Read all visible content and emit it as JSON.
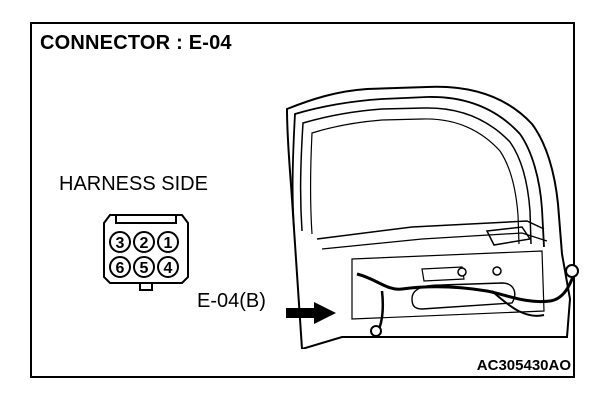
{
  "title": "CONNECTOR : E-04",
  "harness_label": "HARNESS SIDE",
  "connector": {
    "top_row": [
      "3",
      "2",
      "1"
    ],
    "bottom_row": [
      "6",
      "5",
      "4"
    ]
  },
  "callout": "E-04(B)",
  "figure_code": "AC305430AO"
}
